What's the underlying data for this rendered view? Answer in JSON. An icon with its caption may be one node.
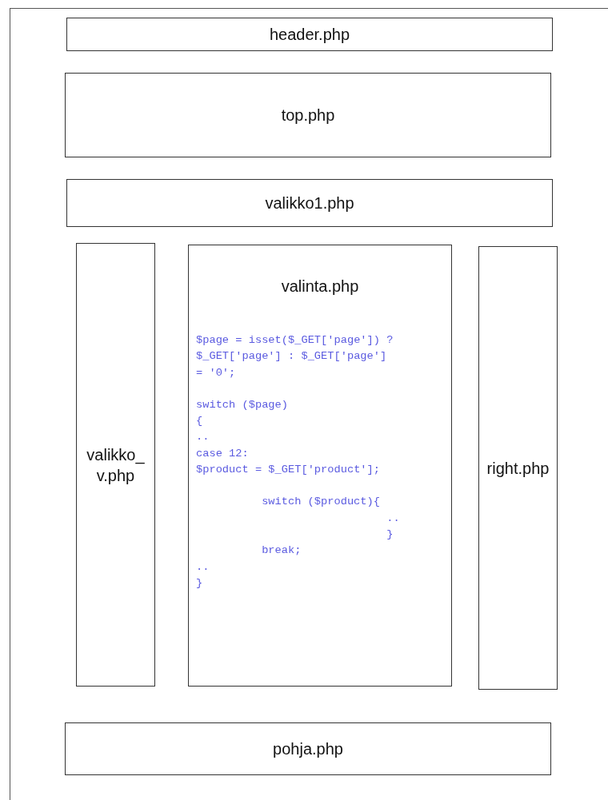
{
  "diagram": {
    "nodes": [
      {
        "text": [
          "header.php"
        ]
      },
      {
        "text": [
          "top.php"
        ]
      },
      {
        "text": [
          "valikko1.php"
        ]
      },
      {
        "text": [
          "valikko_v.php"
        ]
      },
      {
        "text": [
          "valinta.php",
          "$page = isset($_GET['page']) ? $_GET['page'] : $_GET['page'] = '0';",
          "switch ($page)",
          "{",
          "..",
          "case 12:",
          "$product = $_GET['product'];",
          "switch ($product){",
          "..",
          "}",
          "break;",
          "..",
          "}"
        ]
      },
      {
        "text": [
          "right.php"
        ]
      },
      {
        "text": [
          "pohja.php"
        ]
      }
    ]
  }
}
